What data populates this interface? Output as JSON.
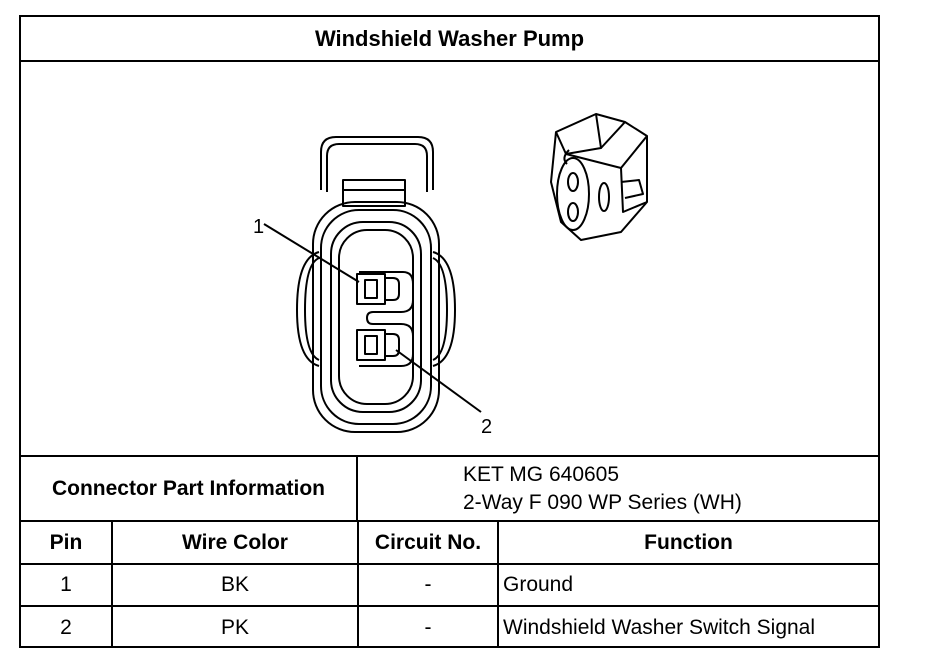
{
  "title": "Windshield Washer Pump",
  "drawing": {
    "pin_callouts": [
      "1",
      "2"
    ]
  },
  "connector_info": {
    "label": "Connector Part Information",
    "part_number": "KET MG 640605",
    "description": "2-Way F 090 WP Series (WH)"
  },
  "pin_table": {
    "headers": [
      "Pin",
      "Wire Color",
      "Circuit No.",
      "Function"
    ],
    "rows": [
      {
        "pin": "1",
        "wire_color": "BK",
        "circuit": "-",
        "function": "Ground"
      },
      {
        "pin": "2",
        "wire_color": "PK",
        "circuit": "-",
        "function": "Windshield Washer Switch Signal"
      }
    ]
  }
}
